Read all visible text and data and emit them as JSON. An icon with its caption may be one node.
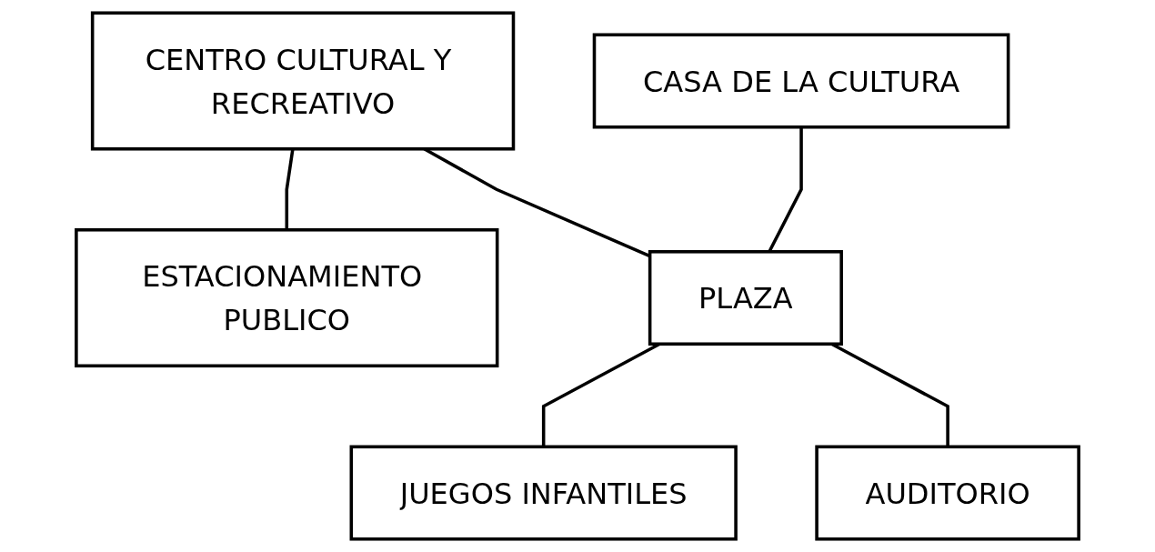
{
  "diagram": {
    "nodes": [
      {
        "text": [
          "CENTRO CULTURAL Y RECREATIVO"
        ]
      },
      {
        "text": [
          "ESTACIONAMIENTO PUBLICO"
        ]
      },
      {
        "text": [
          "CASA DE LA CULTURA"
        ]
      },
      {
        "text": [
          "PLAZA"
        ]
      },
      {
        "text": [
          "JUEGOS INFANTILES"
        ]
      },
      {
        "text": [
          "AUDITORIO"
        ]
      }
    ],
    "edges": [
      {
        "from": 0,
        "to": 3,
        "arrow": "none"
      },
      {
        "from": 0,
        "to": 1,
        "arrow": "none"
      },
      {
        "from": 2,
        "to": 3,
        "arrow": "none"
      },
      {
        "from": 3,
        "to": 4,
        "arrow": "none"
      },
      {
        "from": 3,
        "to": 5,
        "arrow": "none"
      }
    ]
  }
}
